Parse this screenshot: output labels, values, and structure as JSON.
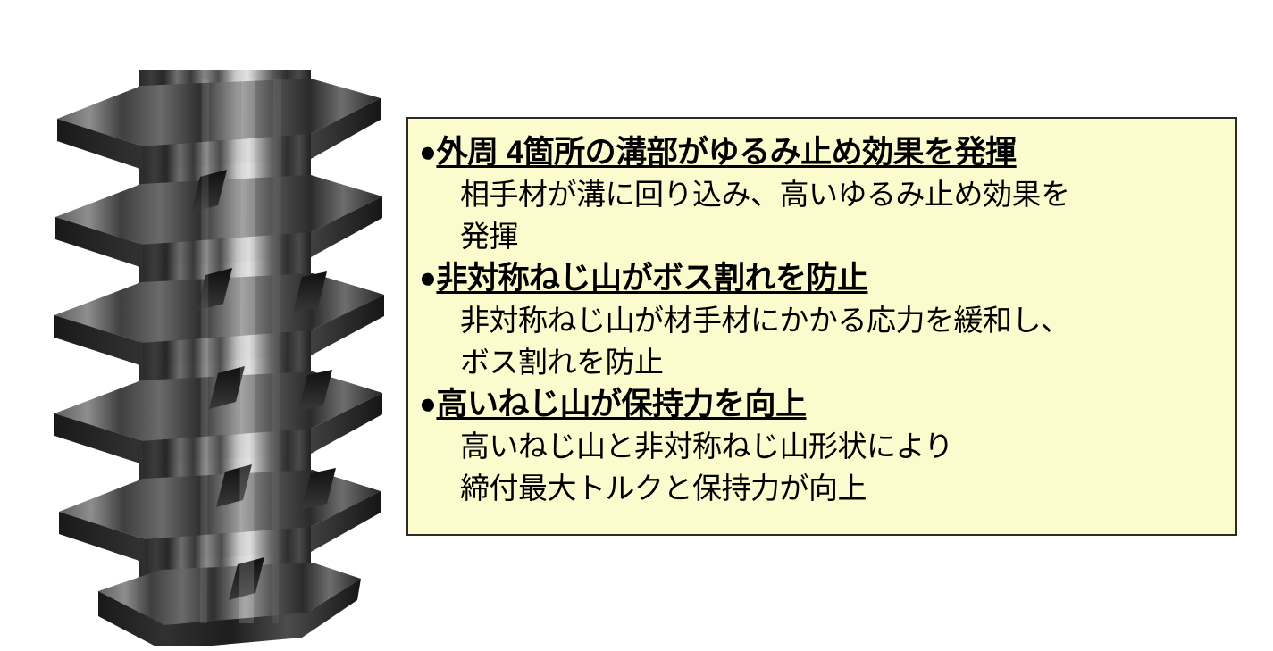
{
  "figure": {
    "alt_name": "threaded-insert-screw",
    "description": "3D rendering of a metal threaded insert with four external grooves and asymmetric thread profile",
    "body_color": "#4a4a4a",
    "highlight_color": "#d0d0d0",
    "shadow_color": "#1a1a1a",
    "thread_count": 6
  },
  "feature_box": {
    "background_color": "#fbfbcd",
    "border_color": "#2e2b22",
    "items": [
      {
        "bullet": "●",
        "heading": "外周 4箇所の溝部がゆるみ止め効果を発揮",
        "body_lines": [
          "相手材が溝に回り込み、高いゆるみ止め効果を",
          "発揮"
        ]
      },
      {
        "bullet": "●",
        "heading": "非対称ねじ山がボス割れを防止",
        "body_lines": [
          "非対称ねじ山が材手材にかかる応力を緩和し、",
          "ボス割れを防止"
        ]
      },
      {
        "bullet": "●",
        "heading": "高いねじ山が保持力を向上",
        "body_lines": [
          "高いねじ山と非対称ねじ山形状により",
          "締付最大トルクと保持力が向上"
        ]
      }
    ]
  }
}
